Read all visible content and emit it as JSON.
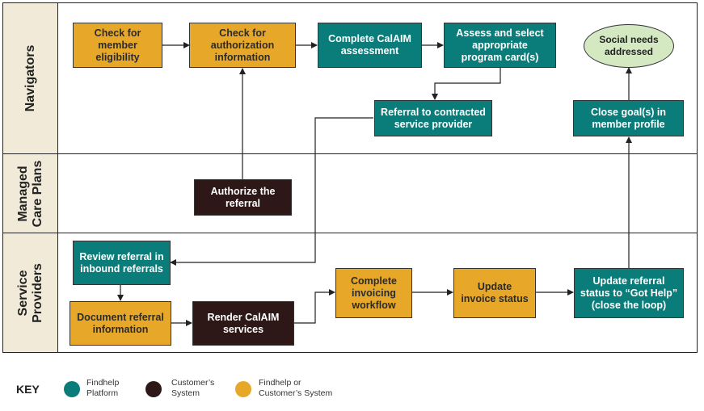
{
  "colors": {
    "findhelp": "#0a7d7a",
    "customer": "#2e1717",
    "either": "#e7a82a",
    "goal": "#d4e8c2"
  },
  "lanes": {
    "navigators": "Navigators",
    "managed_care": "Managed\nCare Plans",
    "service_providers": "Service\nProviders"
  },
  "steps": {
    "check_eligibility": "Check for\nmember\neligibility",
    "check_authorization": "Check for\nauthorization\ninformation",
    "complete_assessment": "Complete CalAIM\nassessment",
    "select_program": "Assess and select\nappropriate\nprogram card(s)",
    "social_needs": "Social needs\naddressed",
    "referral_contracted": "Referral to contracted\nservice provider",
    "close_goals": "Close goal(s) in\nmember profile",
    "authorize_referral": "Authorize the\nreferral",
    "review_referral": "Review referral in\ninbound referrals",
    "document_referral": "Document referral\ninformation",
    "render_services": "Render CalAIM\nservices",
    "complete_invoicing": "Complete\ninvoicing\nworkflow",
    "update_invoice": "Update\ninvoice status",
    "update_referral_status": "Update referral\nstatus to “Got Help”\n(close the loop)"
  },
  "key": {
    "title": "KEY",
    "findhelp": "Findhelp\nPlatform",
    "customer": "Customer’s\nSystem",
    "either": "Findhelp or\nCustomer’s System"
  }
}
